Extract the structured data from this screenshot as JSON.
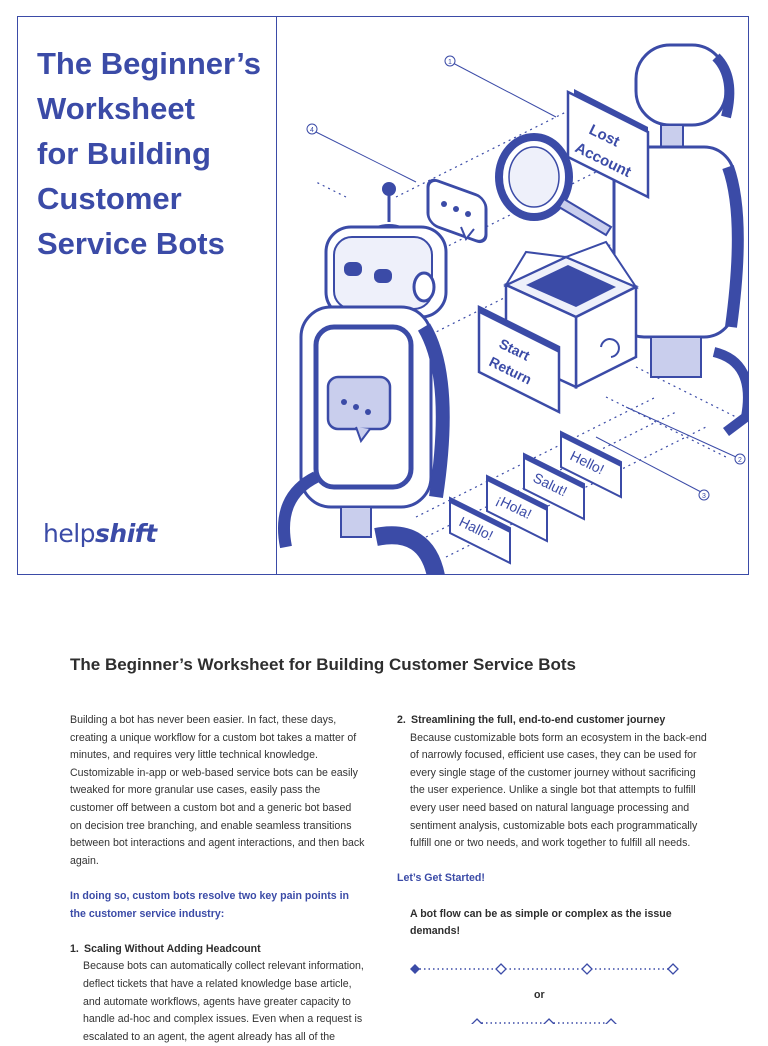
{
  "cover": {
    "title_lines": [
      "The Beginner’s",
      "Worksheet",
      "for Building",
      "Customer",
      "Service Bots"
    ],
    "brand": {
      "part1": "help",
      "part2": "shift"
    },
    "illustration": {
      "sign_lost_1": "Lost",
      "sign_lost_2": "Account",
      "sign_start_1": "Start",
      "sign_start_2": "Return",
      "greetings": [
        "Hello!",
        "Salut!",
        "¡Hola!",
        "Hallo!"
      ],
      "markers": [
        "1",
        "2",
        "3",
        "4"
      ]
    },
    "accent_color": "#3b4ba7"
  },
  "document": {
    "title": "The Beginner’s Worksheet for Building Customer Service Bots",
    "intro": "Building a bot has never been easier. In fact, these days, creating a unique workflow for a custom bot takes a matter of minutes, and requires very little technical knowledge. Customizable in-app or web-based service bots can be easily tweaked for more granular use cases, easily pass the customer off between a custom bot and a generic bot based on decision tree branching, and enable seamless transitions between bot interactions and agent interactions, and then back again.",
    "highlight": "In doing so, custom bots resolve two key pain points in the customer service industry:",
    "step1": {
      "number": "1.",
      "title": "Scaling Without Adding Headcount",
      "body": "Because bots can automatically collect relevant information, deflect tickets that have a related knowledge base article, and automate workflows, agents have greater capacity to handle ad-hoc and complex issues. Even when a request is escalated to an agent, the agent already has all of the"
    },
    "step2": {
      "number": "2.",
      "title": "Streamlining the full, end-to-end customer journey",
      "body": "Because customizable bots form an ecosystem in the back-end of narrowly focused, efficient use cases, they can be used for every single stage of the customer journey without sacrificing the user experience. Unlike a single bot that attempts to fulfill every user need based on natural language processing and sentiment analysis, customizable bots each programmatically fulfill one or two needs, and work together to fulfill all needs."
    },
    "lets_get_started": "Let’s Get Started!",
    "flow_caption": "A bot flow can be as simple or complex as the issue demands!",
    "or_label": "or"
  }
}
